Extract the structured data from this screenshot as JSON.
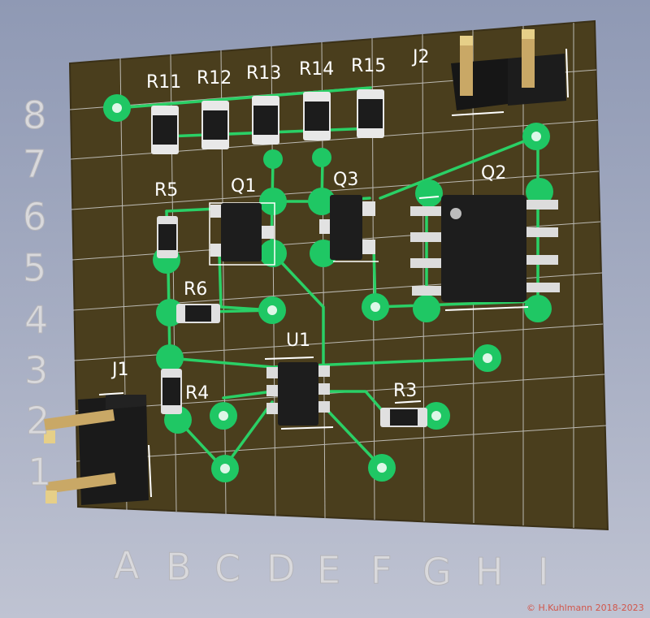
{
  "grid": {
    "columns": [
      "A",
      "B",
      "C",
      "D",
      "E",
      "F",
      "G",
      "H",
      "I"
    ],
    "rows": [
      "8",
      "7",
      "6",
      "5",
      "4",
      "3",
      "2",
      "1"
    ]
  },
  "labels": {
    "R11": "R11",
    "R12": "R12",
    "R13": "R13",
    "R14": "R14",
    "R15": "R15",
    "J2": "J2",
    "R5": "R5",
    "Q1": "Q1",
    "Q3": "Q3",
    "Q2": "Q2",
    "R6": "R6",
    "U1": "U1",
    "J1": "J1",
    "R4": "R4",
    "R3": "R3"
  },
  "copyright": "© H.Kuhlmann 2018-2023",
  "colors": {
    "board": "#4a3e1d",
    "copper_pad": "#1fc764",
    "trace": "#2ad066",
    "silkscreen": "#ffffff",
    "grid_line": "#cfcfcf",
    "component_body": "#1f1f1f",
    "gold_pin": "#d8b46a"
  }
}
